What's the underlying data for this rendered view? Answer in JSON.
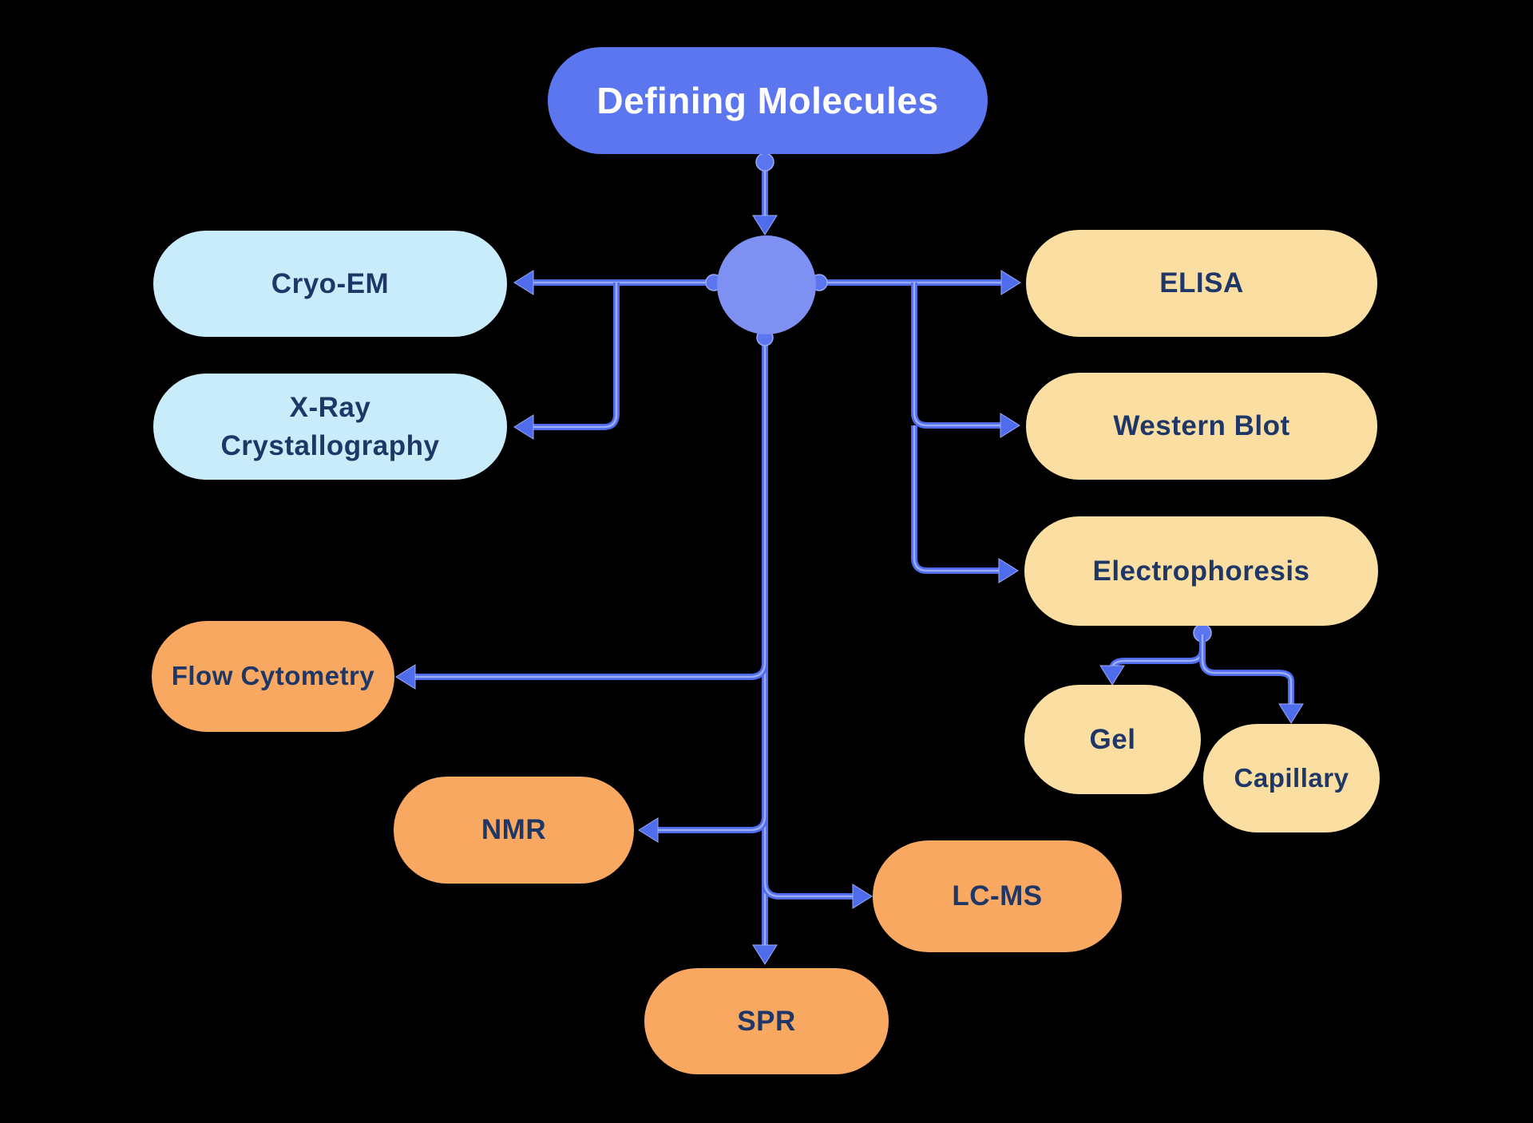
{
  "colors": {
    "background": "#000000",
    "root_node": "#5b76ef",
    "hub": "#7e90f1",
    "connector": "#4e6cec",
    "connector_highlight": "#9aabf7",
    "cyan_node": "#c9ecfb",
    "cream_node": "#fbdfa2",
    "orange_node": "#f9a862",
    "node_text": "#1f3767",
    "root_text": "#ffffff"
  },
  "diagram": {
    "root": {
      "label": "Defining Molecules"
    },
    "nodes": {
      "cryo_em": {
        "label": "Cryo-EM"
      },
      "xray": {
        "label": "X-Ray Crystallography"
      },
      "elisa": {
        "label": "ELISA"
      },
      "western_blot": {
        "label": "Western Blot"
      },
      "electrophoresis": {
        "label": "Electrophoresis"
      },
      "gel": {
        "label": "Gel"
      },
      "capillary": {
        "label": "Capillary"
      },
      "flow_cytometry": {
        "label": "Flow Cytometry"
      },
      "nmr": {
        "label": "NMR"
      },
      "lc_ms": {
        "label": "LC-MS"
      },
      "spr": {
        "label": "SPR"
      }
    },
    "edges": [
      {
        "from": "defining_molecules",
        "to": "hub"
      },
      {
        "from": "hub",
        "to": "cryo_em"
      },
      {
        "from": "hub",
        "to": "xray"
      },
      {
        "from": "hub",
        "to": "elisa"
      },
      {
        "from": "hub",
        "to": "western_blot"
      },
      {
        "from": "hub",
        "to": "electrophoresis"
      },
      {
        "from": "hub",
        "to": "flow_cytometry"
      },
      {
        "from": "hub",
        "to": "nmr"
      },
      {
        "from": "hub",
        "to": "lc_ms"
      },
      {
        "from": "hub",
        "to": "spr"
      },
      {
        "from": "electrophoresis",
        "to": "gel"
      },
      {
        "from": "electrophoresis",
        "to": "capillary"
      }
    ]
  }
}
